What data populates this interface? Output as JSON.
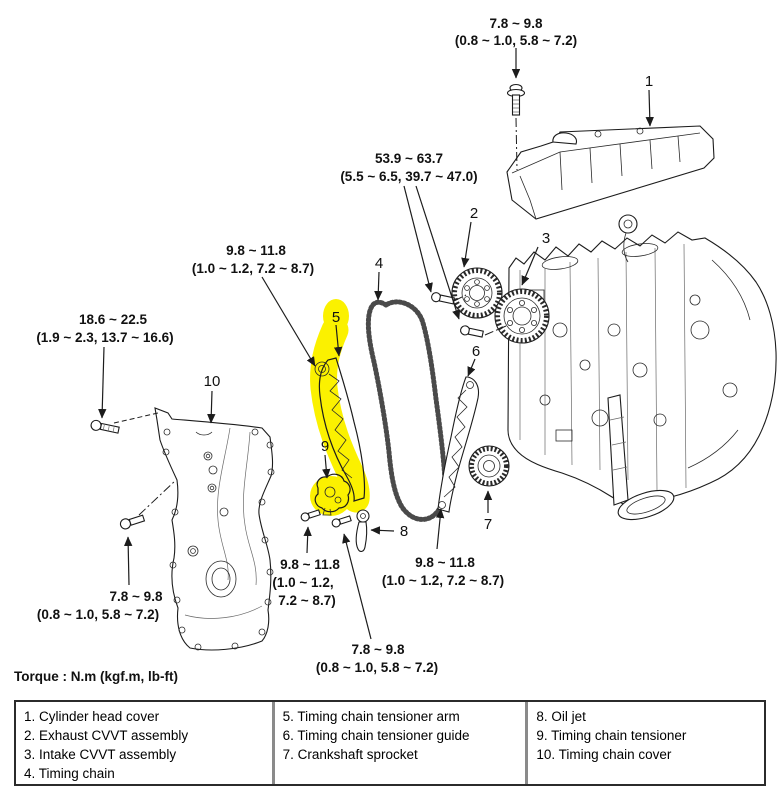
{
  "torque_note": "Torque : N.m (kgf.m, lb-ft)",
  "colors": {
    "highlight": "#FBF100",
    "line": "#1c1c1c"
  },
  "callouts": {
    "head_cover_bolt": {
      "l1": "7.8 ~ 9.8",
      "l2": "(0.8 ~ 1.0, 5.8 ~ 7.2)"
    },
    "cvvt_bolts": {
      "l1": "53.9 ~ 63.7",
      "l2": "(5.5 ~ 6.5, 39.7 ~ 47.0)"
    },
    "arm_pivot_bolt": {
      "l1": "9.8 ~ 11.8",
      "l2": "(1.0 ~ 1.2, 7.2 ~ 8.7)"
    },
    "cover_bolt_upper": {
      "l1": "18.6 ~ 22.5",
      "l2": "(1.9 ~ 2.3, 13.7 ~ 16.6)"
    },
    "cover_bolt_lower": {
      "l1": "7.8 ~ 9.8",
      "l2": "(0.8 ~ 1.0, 5.8 ~ 7.2)"
    },
    "tensioner_bolts": {
      "l1": "9.8 ~ 11.8",
      "l2": "(1.0 ~ 1.2,",
      "l3": "7.2 ~ 8.7)"
    },
    "guide_bolt": {
      "l1": "9.8 ~ 11.8",
      "l2": "(1.0 ~ 1.2, 7.2 ~ 8.7)"
    },
    "oil_jet_bolt": {
      "l1": "7.8 ~ 9.8",
      "l2": "(0.8 ~ 1.0, 5.8 ~ 7.2)"
    }
  },
  "part_labels": {
    "p1": "1",
    "p2": "2",
    "p3": "3",
    "p4": "4",
    "p5": "5",
    "p6": "6",
    "p7": "7",
    "p8": "8",
    "p9": "9",
    "p10": "10"
  },
  "legend": {
    "col1": [
      "1. Cylinder head cover",
      "2. Exhaust CVVT assembly",
      "3. Intake CVVT assembly",
      "4. Timing chain"
    ],
    "col2": [
      "5. Timing chain tensioner arm",
      "6. Timing chain tensioner guide",
      "7. Crankshaft sprocket"
    ],
    "col3": [
      "8. Oil jet",
      "9. Timing chain tensioner",
      "10. Timing chain cover"
    ]
  }
}
